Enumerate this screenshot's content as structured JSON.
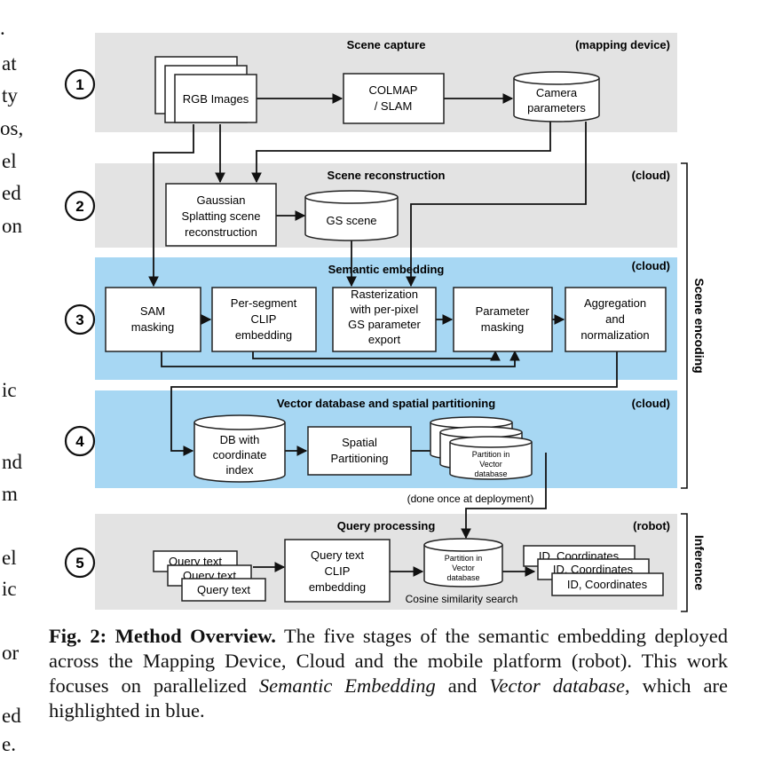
{
  "margin_text": [
    ".",
    "at",
    "ty",
    "os,",
    "el",
    "ed",
    "on",
    "ic",
    "nd",
    "m",
    "el",
    "ic",
    "or",
    "ed",
    "e."
  ],
  "stages": [
    {
      "number": "1",
      "title": "Scene capture",
      "location": "(mapping device)"
    },
    {
      "number": "2",
      "title": "Scene reconstruction",
      "location": "(cloud)"
    },
    {
      "number": "3",
      "title": "Semantic embedding",
      "location": "(cloud)"
    },
    {
      "number": "4",
      "title": "Vector database and spatial partitioning",
      "location": "(cloud)"
    },
    {
      "number": "5",
      "title": "Query processing",
      "location": "(robot)"
    }
  ],
  "nodes": {
    "rgb_images": "RGB Images",
    "colmap": [
      "COLMAP",
      "/ SLAM"
    ],
    "camera_parameters": [
      "Camera",
      "parameters"
    ],
    "gaussian_splatting": [
      "Gaussian",
      "Splatting scene",
      "reconstruction"
    ],
    "gs_scene": "GS scene",
    "sam_masking": [
      "SAM",
      "masking"
    ],
    "per_segment_clip": [
      "Per-segment",
      "CLIP",
      "embedding"
    ],
    "rasterization": [
      "Rasterization",
      "with per-pixel",
      "GS parameter",
      "export"
    ],
    "parameter_masking": [
      "Parameter",
      "masking"
    ],
    "aggregation": [
      "Aggregation",
      "and",
      "normalization"
    ],
    "db_coordinate": [
      "DB with",
      "coordinate",
      "index"
    ],
    "spatial_partitioning": [
      "Spatial",
      "Partitioning"
    ],
    "partition_vector_db": [
      "Partition in",
      "Vector",
      "database"
    ],
    "query_text": "Query text",
    "query_clip": [
      "Query text",
      "CLIP",
      "embedding"
    ],
    "query_partition_db": [
      "Partition in",
      "Vector",
      "database"
    ],
    "id_coordinates": "ID, Coordinates"
  },
  "annotations": {
    "deployment_note": "(done once at deployment)",
    "cosine_search": "Cosine similarity search"
  },
  "brackets": {
    "scene_encoding": "Scene encoding",
    "inference": "Inference"
  },
  "caption": {
    "label": "Fig. 2:",
    "heading": "Method Overview.",
    "text_1": "The five stages of the semantic embedding deployed across the Mapping Device, Cloud and the mobile platform (robot). This work focuses on parallelized",
    "emph_1": "Semantic Embedding",
    "text_2": "and",
    "emph_2": "Vector database",
    "text_3": ", which are highlighted in blue."
  },
  "colors": {
    "gray_band": "#e3e3e3",
    "blue_band": "#a7d7f3",
    "stroke": "#222222",
    "node_fill": "#ffffff"
  }
}
